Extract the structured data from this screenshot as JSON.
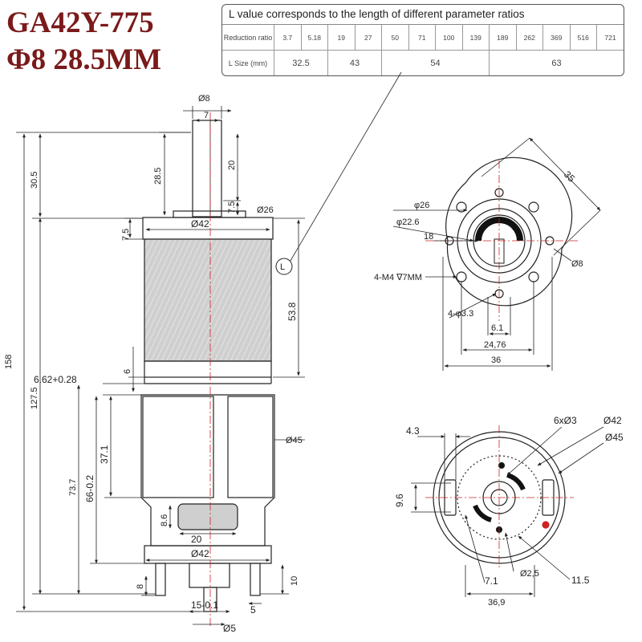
{
  "title": {
    "line1": "GA42Y-775",
    "line2": "Φ8 28.5MM"
  },
  "ratio_table": {
    "caption": "L value corresponds to the length of different parameter ratios",
    "ratio_label": "Reduction ratio",
    "size_label": "L Size (mm)",
    "ratios": [
      "3.7",
      "5.18",
      "19",
      "27",
      "50",
      "71",
      "100",
      "139",
      "189",
      "262",
      "369",
      "516",
      "721"
    ],
    "sizes": [
      {
        "value": "32.5",
        "span": 2
      },
      {
        "value": "43",
        "span": 2
      },
      {
        "value": "54",
        "span": 4
      },
      {
        "value": "63",
        "span": 5
      }
    ]
  },
  "side_view": {
    "shaft_dia": "Ø8",
    "flat": "7",
    "shaft_len": "28.5",
    "flat_len": "20",
    "shoulder": "7.5",
    "total_top": "30.5",
    "boss_dia": "Ø26",
    "gear_dia": "Ø42",
    "flange": "7.5",
    "gear_len": "53.8",
    "l_marker": "L",
    "overall": "158",
    "gap": "6",
    "offset": "6.62+0.28",
    "motor_body": "127.5",
    "window": "37.1",
    "motor_dia": "Ø45",
    "motor_len": "73.7",
    "motor_len2": "66-0.2",
    "bearing": "8.6",
    "bearing_w": "20",
    "end_dia": "Ø42",
    "terminal": "8",
    "terminal_len": "10",
    "end_shaft": "15-0.1",
    "end_shaft_dia": "Ø5",
    "terminal_w": "5"
  },
  "front_view": {
    "d35": "35",
    "d26": "φ26",
    "d22": "φ22.6",
    "d18": "18",
    "d8": "Ø8",
    "threads": "4-M4 ∇7MM",
    "holes": "4-φ3.3",
    "d6_1": "6.1",
    "d24_76": "24,76",
    "d36": "36"
  },
  "rear_view": {
    "d4_3": "4.3",
    "holes6": "6xØ3",
    "d42": "Ø42",
    "d45": "Ø45",
    "d9_6": "9.6",
    "d7_1": "7.1",
    "d2_5": "Ø2,5",
    "d11_5": "11.5",
    "d36_9": "36,9"
  },
  "colors": {
    "title": "#7a1a1a",
    "line": "#222222",
    "body_fill": "#cfcfcf",
    "hole": "#111111",
    "terminal_dot": "#cc2222"
  }
}
